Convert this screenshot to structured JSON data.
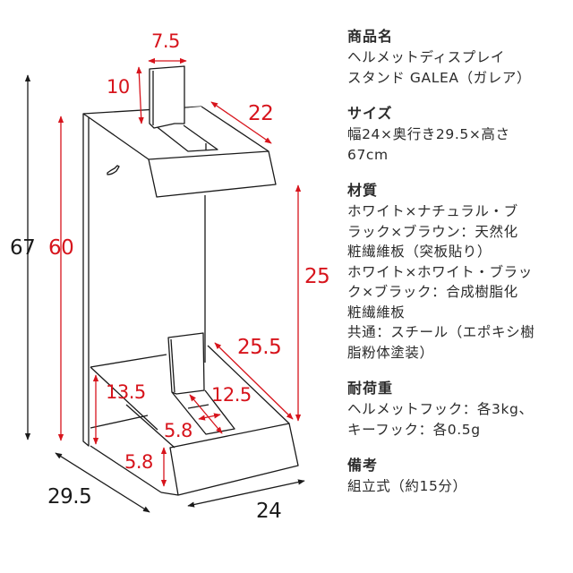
{
  "diagram": {
    "accent_color": "#d7141c",
    "line_color": "#1a1a1a",
    "dimensions": {
      "total_height": "67",
      "panel_height": "60",
      "upper_holder_width": "7.5",
      "upper_holder_height": "10",
      "upper_shelf_depth": "22",
      "lower_clearance": "25",
      "lower_shelf_depth": "25.5",
      "lower_slope_height": "13.5",
      "lower_slot_length": "12.5",
      "lower_slot_width": "5.8",
      "base_front_height": "5.8",
      "depth": "29.5",
      "width": "24"
    }
  },
  "specs": {
    "product_name": {
      "title": "商品名",
      "lines": [
        "ヘルメットディスプレイ",
        "スタンド GALEA（ガレア）"
      ]
    },
    "size": {
      "title": "サイズ",
      "lines": [
        "幅24×奥行き29.5×高さ",
        "67cm"
      ]
    },
    "material": {
      "title": "材質",
      "lines": [
        "ホワイト×ナチュラル・ブ",
        "ラック×ブラウン：天然化",
        "粧繊維板（突板貼り）",
        "ホワイト×ホワイト・ブラッ",
        "ク×ブラック：合成樹脂化",
        "粧繊維板",
        "共通：スチール（エポキシ樹",
        "脂粉体塗装）"
      ]
    },
    "load_capacity": {
      "title": "耐荷重",
      "lines": [
        "ヘルメットフック：各3kg、",
        "キーフック：各0.5g"
      ]
    },
    "notes": {
      "title": "備考",
      "lines": [
        "組立式（約15分）"
      ]
    }
  }
}
